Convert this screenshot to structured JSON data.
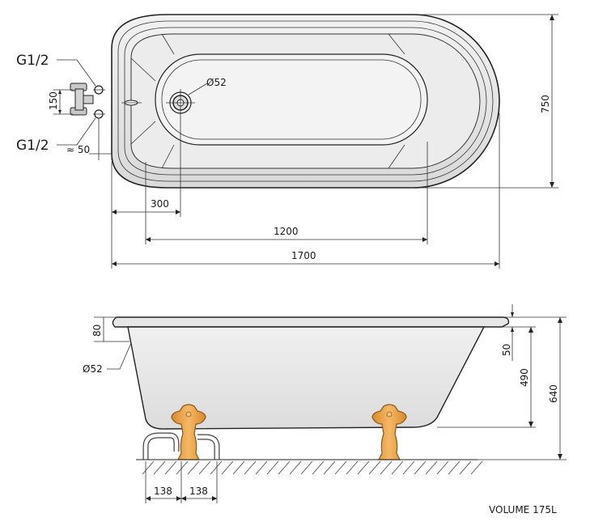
{
  "top_view": {
    "labels": {
      "inlet_top": "G1/2",
      "inlet_bottom": "G1/2",
      "inlet_spacing": "150",
      "inlet_offset": "≈ 50",
      "drain": "Ø52",
      "drain_offset": "300",
      "inner_length": "1200",
      "overall_length": "1700",
      "width": "750"
    }
  },
  "side_view": {
    "labels": {
      "rim": "80",
      "overflow": "Ø52",
      "top_offset": "50",
      "basin_height": "490",
      "total_height": "640",
      "leg_left": "138",
      "leg_right": "138"
    }
  },
  "footer": {
    "volume": "VOLUME 175L"
  },
  "colors": {
    "tub_fill": "#e4e4e4",
    "tub_inner": "#eeeeee",
    "legs": "#e8a040",
    "leg_stroke": "#8a5a1a",
    "line": "#222222"
  }
}
